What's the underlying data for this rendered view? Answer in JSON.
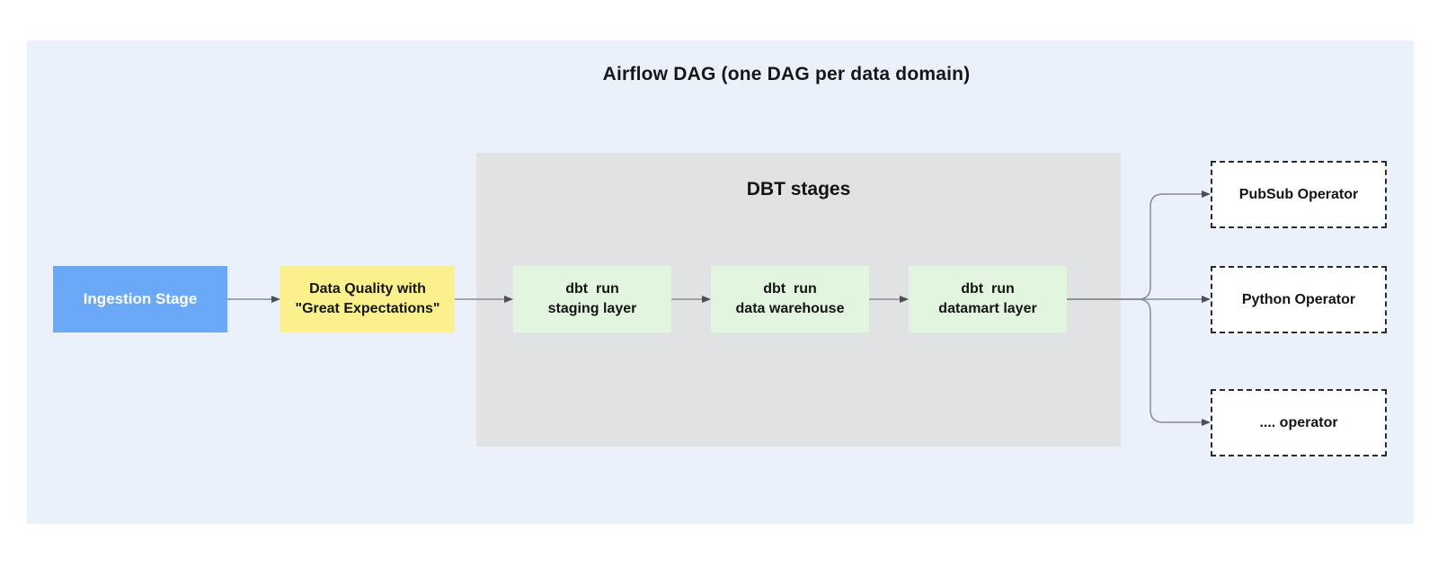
{
  "title": "Airflow DAG (one DAG per data domain)",
  "colors": {
    "frame": "#eaf1fb",
    "group": "#e0e2e4",
    "ingestion": "#6aa9f7",
    "quality": "#fbf18c",
    "dbt": "#e2f6df",
    "edge_line": "#878c92",
    "edge_arrow": "#4b5056"
  },
  "diagram": {
    "group": {
      "label": "DBT stages"
    },
    "nodes": {
      "ingestion": {
        "label": "Ingestion Stage"
      },
      "data_quality": {
        "label": "Data Quality with\n\"Great Expectations\""
      },
      "dbt_staging": {
        "label": "dbt  run\nstaging layer"
      },
      "dbt_warehouse": {
        "label": "dbt  run\ndata warehouse"
      },
      "dbt_datamart": {
        "label": "dbt  run\ndatamart layer"
      },
      "pubsub_operator": {
        "label": "PubSub Operator"
      },
      "python_operator": {
        "label": "Python Operator"
      },
      "other_operator": {
        "label": ".... operator"
      }
    },
    "edges": [
      "ingestion -> data_quality",
      "data_quality -> dbt_staging",
      "dbt_staging -> dbt_warehouse",
      "dbt_warehouse -> dbt_datamart",
      "dbt_datamart -> pubsub_operator",
      "dbt_datamart -> python_operator",
      "dbt_datamart -> other_operator"
    ]
  }
}
